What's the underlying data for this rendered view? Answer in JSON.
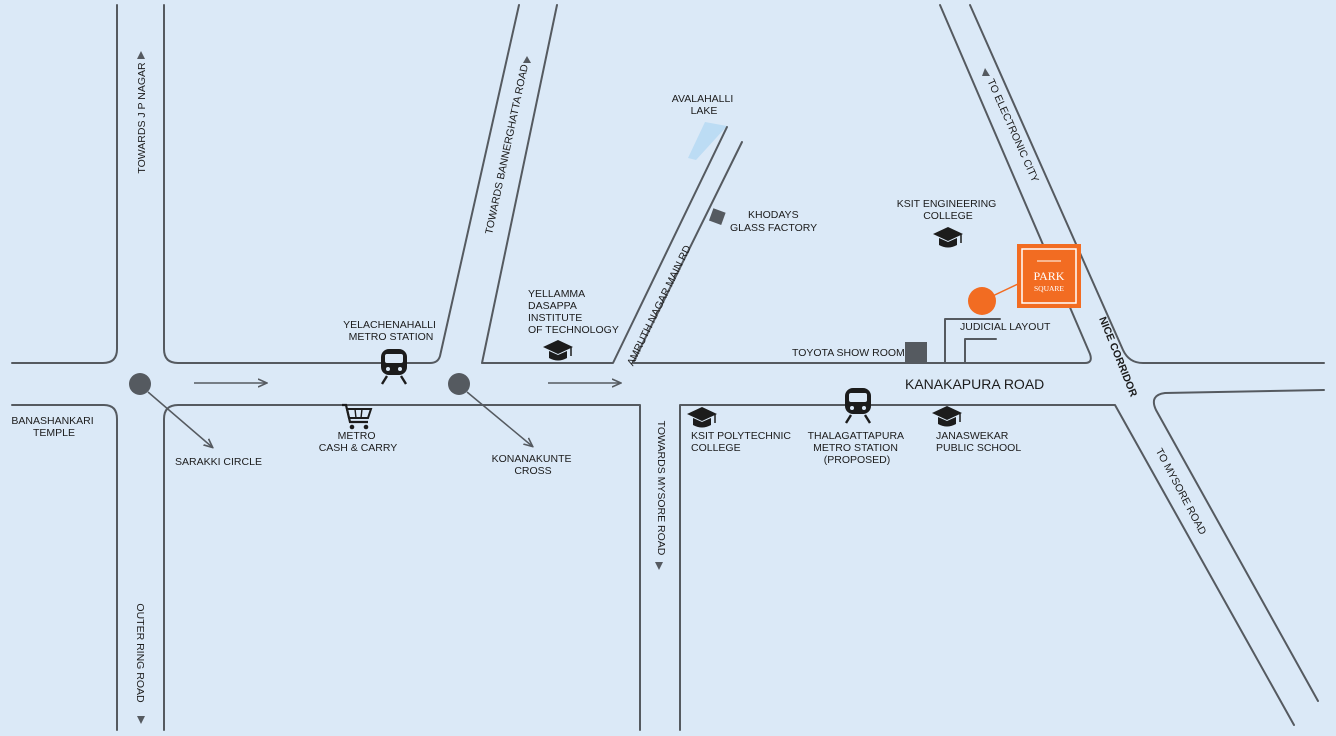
{
  "colors": {
    "background": "#dbe9f7",
    "road": "#555a60",
    "lake": "#bcdcf4",
    "brand": "#f26c22",
    "junction": "#555a60",
    "marker": "#555a60"
  },
  "roads": {
    "towards_jp_nagar": "TOWARDS J P NAGAR",
    "towards_bannerghatta": "TOWARDS BANNERGHATTA ROAD",
    "amruth_nagar": "AMRUTH NAGAR MAIN RD",
    "to_electronic_city": "TO ELECTRONIC CITY",
    "nice_corridor": "NICE CORRIDOR",
    "kanakapura_road": "KANAKAPURA ROAD",
    "towards_mysore": "TOWARDS MYSORE ROAD",
    "to_mysore": "TO MYSORE ROAD",
    "outer_ring": "OUTER RING ROAD"
  },
  "places": {
    "lake": [
      "AVALAHALLI",
      "LAKE"
    ],
    "khodays": [
      "KHODAYS",
      "GLASS FACTORY"
    ],
    "ksit_engineering": [
      "KSIT ENGINEERING",
      "COLLEGE"
    ],
    "yellamma": [
      "YELLAMMA",
      "DASAPPA",
      "INSTITUTE",
      "OF TECHNOLOGY"
    ],
    "yelachenahalli": [
      "YELACHENAHALLI",
      "METRO STATION"
    ],
    "judicial_layout": "JUDICIAL LAYOUT",
    "toyota": "TOYOTA SHOW ROOM",
    "banashankari": [
      "BANASHANKARI",
      "TEMPLE"
    ],
    "sarakki": "SARAKKI CIRCLE",
    "metro_cc": [
      "METRO",
      "CASH & CARRY"
    ],
    "konanakunte": [
      "KONANAKUNTE",
      "CROSS"
    ],
    "ksit_poly": [
      "KSIT POLYTECHNIC",
      "COLLEGE"
    ],
    "thalagattapura": [
      "THALAGATTAPURA",
      "METRO STATION",
      "(PROPOSED)"
    ],
    "janaswekar": [
      "JANASWEKAR",
      "PUBLIC SCHOOL"
    ]
  },
  "brand": {
    "line1": "PARK",
    "line2": "SQUARE"
  },
  "icons": {
    "metro": "metro-train-icon",
    "school": "graduation-cap-icon",
    "cart": "shopping-cart-icon",
    "building": "building-marker-icon",
    "location": "location-pin-icon"
  }
}
